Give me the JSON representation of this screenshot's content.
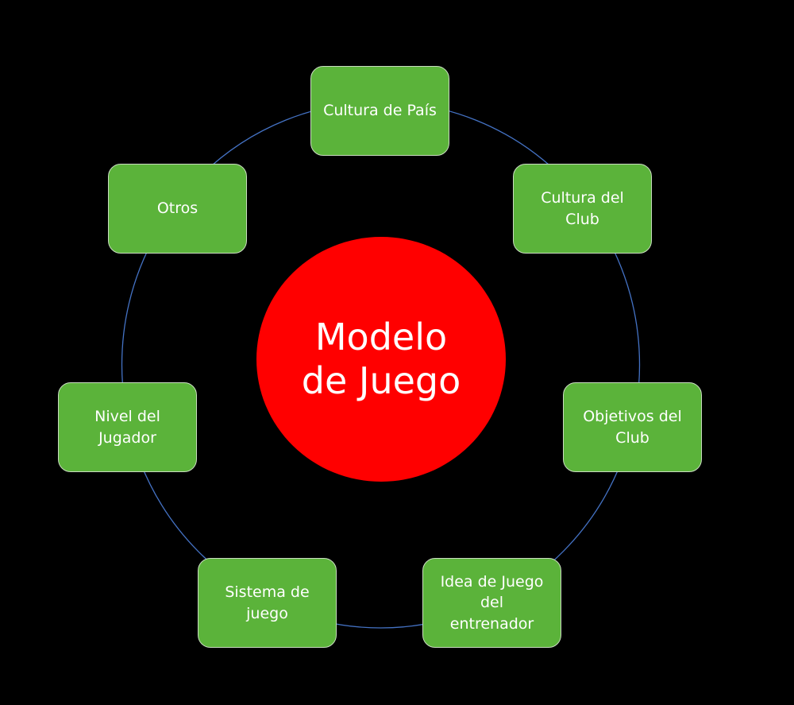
{
  "center": {
    "label": "Modelo de Juego",
    "color": "#ff0000"
  },
  "ring_color": "#4472c4",
  "box_color": "#5bb33a",
  "nodes": [
    {
      "label": "Cultura de País"
    },
    {
      "label": "Cultura del Club"
    },
    {
      "label": "Objetivos del Club"
    },
    {
      "label": "Idea de Juego del entrenador"
    },
    {
      "label": "Sistema de juego"
    },
    {
      "label": "Nivel del Jugador"
    },
    {
      "label": "Otros"
    }
  ]
}
